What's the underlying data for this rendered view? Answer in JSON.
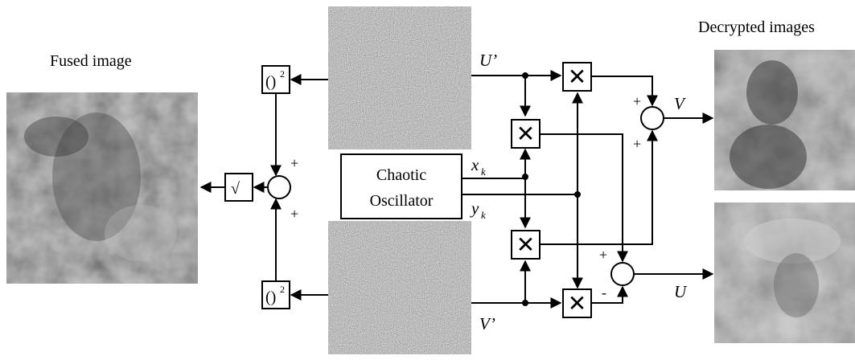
{
  "labels": {
    "fused_image": "Fused image",
    "decrypted_images": "Decrypted images",
    "oscillator_line1": "Chaotic",
    "oscillator_line2": "Oscillator",
    "u_prime": "U’",
    "v_prime": "V’",
    "x_k": "x",
    "x_k_sub": "k",
    "y_k": "y",
    "y_k_sub": "k",
    "output_v": "V",
    "output_u": "U",
    "square_open": "()",
    "square_exp": "2",
    "sqrt": "√",
    "multiply": "✕",
    "plus": "+",
    "minus": "-"
  }
}
